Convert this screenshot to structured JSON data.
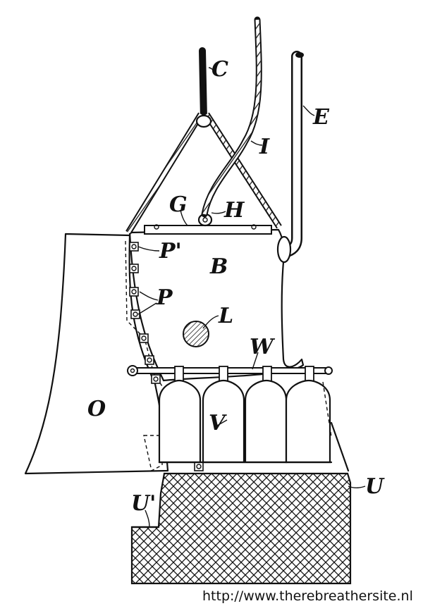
{
  "labels": {
    "C": "C",
    "I": "I",
    "E": "E",
    "G": "G",
    "H": "H",
    "P_prime": "P'",
    "B": "B",
    "P": "P",
    "L": "L",
    "W": "W",
    "O": "O",
    "V": "V",
    "U": "U",
    "U_prime": "U'"
  },
  "credit": "http://www.therebreathersite.nl"
}
